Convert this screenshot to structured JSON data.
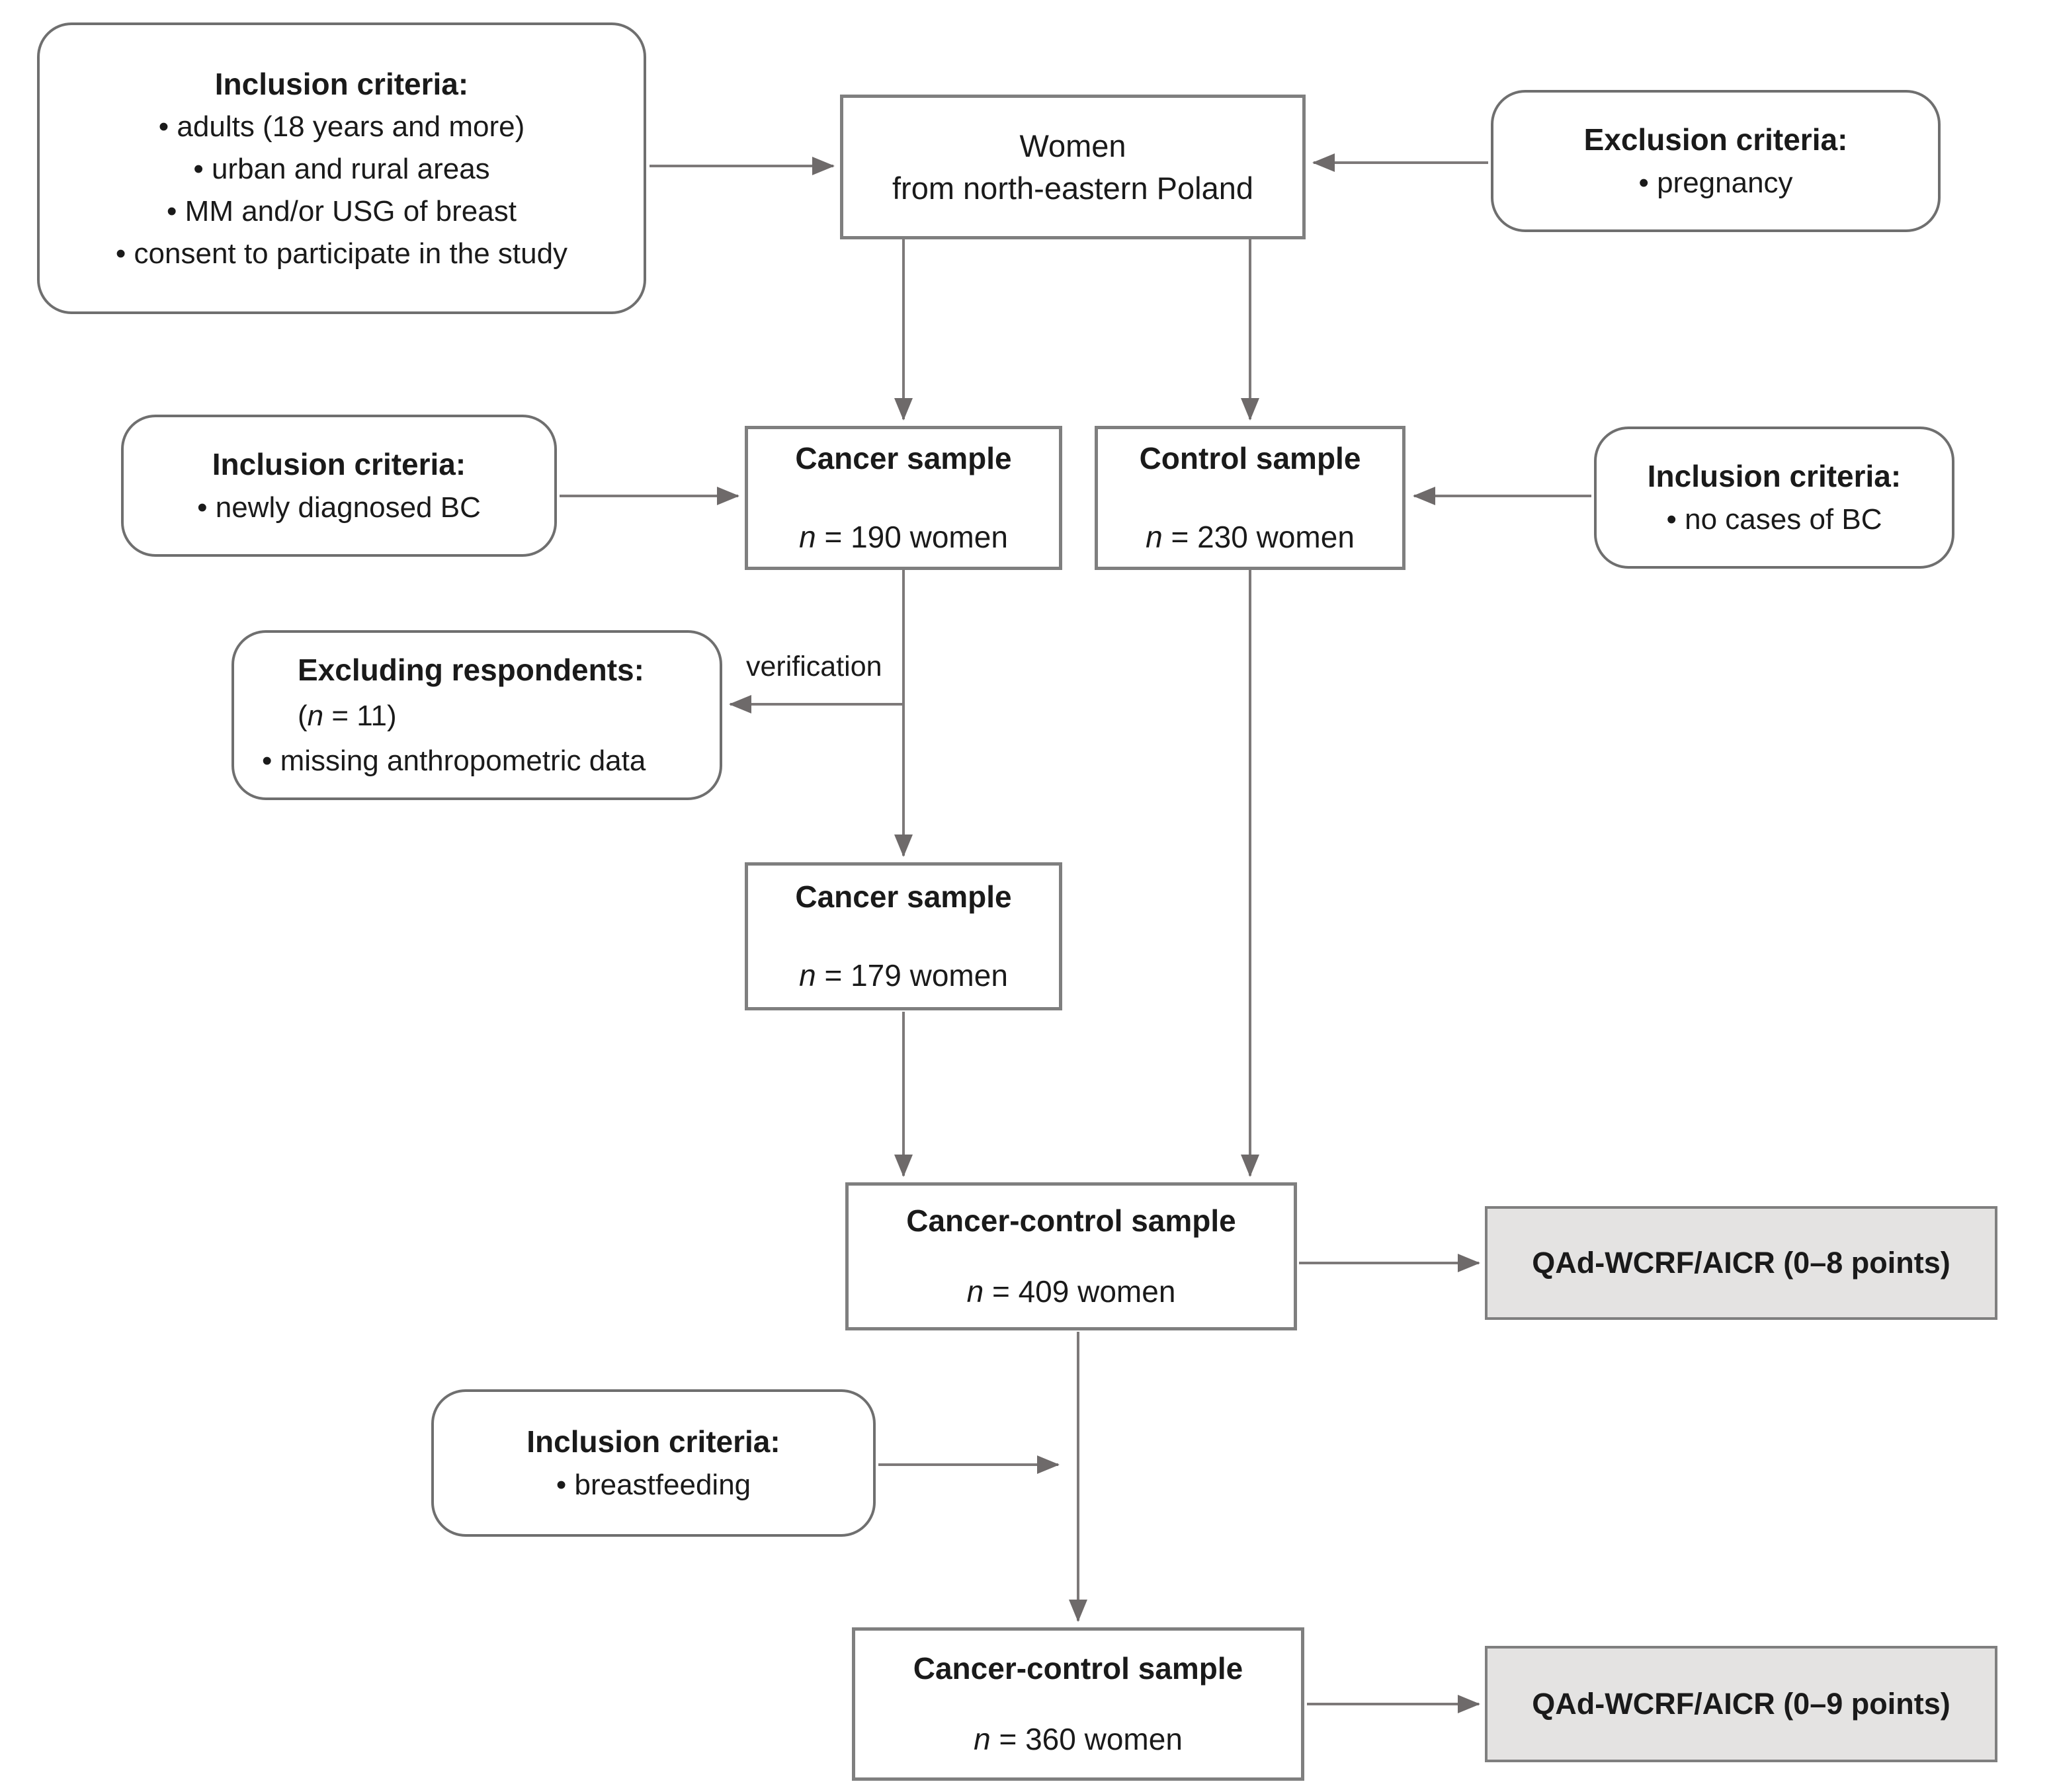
{
  "diagram": {
    "inclusion_top": {
      "title": "Inclusion criteria:",
      "bullets": [
        "• adults (18 years and more)",
        "• urban and rural areas",
        "• MM and/or USG of breast",
        "• consent to participate in the study"
      ]
    },
    "women": {
      "line1": "Women",
      "line2": "from north-eastern Poland"
    },
    "exclusion_top": {
      "title": "Exclusion criteria:",
      "bullets": [
        "• pregnancy"
      ]
    },
    "inclusion_cancer": {
      "title": "Inclusion criteria:",
      "bullets": [
        "• newly diagnosed BC"
      ]
    },
    "cancer_sample_1": {
      "title": "Cancer sample",
      "n": "n",
      "count": "= 190 women"
    },
    "control_sample": {
      "title": "Control sample",
      "n": "n",
      "count": "= 230 women"
    },
    "inclusion_control": {
      "title": "Inclusion criteria:",
      "bullets": [
        "• no cases of BC"
      ]
    },
    "excluding": {
      "title": "Excluding respondents:",
      "n_pre": "(",
      "n": "n",
      "n_post": " = 11)",
      "bullet": "• missing anthropometric data"
    },
    "verification_label": "verification",
    "cancer_sample_2": {
      "title": "Cancer sample",
      "n": "n",
      "count": "= 179 women"
    },
    "cancer_control_409": {
      "title": "Cancer-control sample",
      "n": "n",
      "count": "= 409 women"
    },
    "qad_8": "QAd-WCRF/AICR (0–8 points)",
    "inclusion_breastfeeding": {
      "title": "Inclusion criteria:",
      "bullets": [
        "• breastfeeding"
      ]
    },
    "cancer_control_360": {
      "title": "Cancer-control sample",
      "n": "n",
      "count": "= 360 women"
    },
    "qad_9": "QAd-WCRF/AICR (0–9 points)"
  }
}
